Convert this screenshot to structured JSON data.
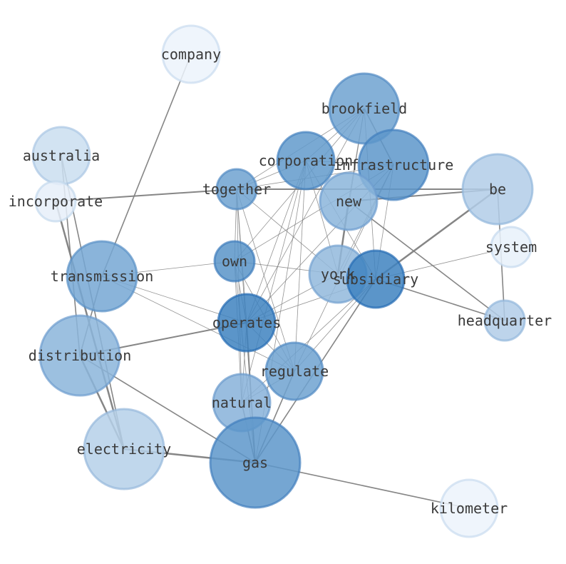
{
  "nodes": [
    {
      "id": "company",
      "label": "company",
      "weight": 0.02
    },
    {
      "id": "australia",
      "label": "australia",
      "weight": 0.18
    },
    {
      "id": "incorporate",
      "label": "incorporate",
      "weight": 0.05
    },
    {
      "id": "transmission",
      "label": "transmission",
      "weight": 0.58
    },
    {
      "id": "distribution",
      "label": "distribution",
      "weight": 0.48
    },
    {
      "id": "electricity",
      "label": "electricity",
      "weight": 0.28
    },
    {
      "id": "brookfield",
      "label": "brookfield",
      "weight": 0.62
    },
    {
      "id": "corporation",
      "label": "corporation",
      "weight": 0.68
    },
    {
      "id": "infrastructure",
      "label": "infrastructure",
      "weight": 0.7
    },
    {
      "id": "together",
      "label": "together",
      "weight": 0.62
    },
    {
      "id": "new",
      "label": "new",
      "weight": 0.48
    },
    {
      "id": "be",
      "label": "be",
      "weight": 0.3
    },
    {
      "id": "system",
      "label": "system",
      "weight": 0.04
    },
    {
      "id": "own",
      "label": "own",
      "weight": 0.72
    },
    {
      "id": "york",
      "label": "york",
      "weight": 0.45
    },
    {
      "id": "subsidiary",
      "label": "subsidiary",
      "weight": 0.85
    },
    {
      "id": "headquarter",
      "label": "headquarter",
      "weight": 0.3
    },
    {
      "id": "operates",
      "label": "operates",
      "weight": 0.85
    },
    {
      "id": "regulate",
      "label": "regulate",
      "weight": 0.62
    },
    {
      "id": "natural",
      "label": "natural",
      "weight": 0.5
    },
    {
      "id": "gas",
      "label": "gas",
      "weight": 0.7
    },
    {
      "id": "kilometer",
      "label": "kilometer",
      "weight": 0.02
    }
  ],
  "edges": [
    {
      "source": "company",
      "target": "transmission",
      "weight": 1.6
    },
    {
      "source": "australia",
      "target": "distribution",
      "weight": 1.6
    },
    {
      "source": "australia",
      "target": "electricity",
      "weight": 1.6
    },
    {
      "source": "incorporate",
      "target": "together",
      "weight": 2
    },
    {
      "source": "together",
      "target": "be",
      "weight": 2
    },
    {
      "source": "incorporate",
      "target": "electricity",
      "weight": 2.5
    },
    {
      "source": "transmission",
      "target": "own",
      "weight": 0.8
    },
    {
      "source": "transmission",
      "target": "operates",
      "weight": 0.8
    },
    {
      "source": "transmission",
      "target": "regulate",
      "weight": 0.8
    },
    {
      "source": "transmission",
      "target": "distribution",
      "weight": 1.6
    },
    {
      "source": "distribution",
      "target": "operates",
      "weight": 2
    },
    {
      "source": "distribution",
      "target": "electricity",
      "weight": 2.5
    },
    {
      "source": "distribution",
      "target": "gas",
      "weight": 1.6
    },
    {
      "source": "electricity",
      "target": "gas",
      "weight": 2.5
    },
    {
      "source": "gas",
      "target": "kilometer",
      "weight": 1.6
    },
    {
      "source": "brookfield",
      "target": "corporation",
      "weight": 0.8
    },
    {
      "source": "brookfield",
      "target": "infrastructure",
      "weight": 1.6
    },
    {
      "source": "brookfield",
      "target": "together",
      "weight": 0.8
    },
    {
      "source": "brookfield",
      "target": "new",
      "weight": 0.8
    },
    {
      "source": "brookfield",
      "target": "york",
      "weight": 0.8
    },
    {
      "source": "brookfield",
      "target": "subsidiary",
      "weight": 0.8
    },
    {
      "source": "brookfield",
      "target": "own",
      "weight": 0.8
    },
    {
      "source": "brookfield",
      "target": "operates",
      "weight": 0.8
    },
    {
      "source": "corporation",
      "target": "infrastructure",
      "weight": 0.8
    },
    {
      "source": "corporation",
      "target": "together",
      "weight": 0.8
    },
    {
      "source": "corporation",
      "target": "york",
      "weight": 0.8
    },
    {
      "source": "corporation",
      "target": "subsidiary",
      "weight": 0.8
    },
    {
      "source": "corporation",
      "target": "regulate",
      "weight": 0.8
    },
    {
      "source": "corporation",
      "target": "natural",
      "weight": 0.8
    },
    {
      "source": "corporation",
      "target": "gas",
      "weight": 0.8
    },
    {
      "source": "corporation",
      "target": "operates",
      "weight": 0.8
    },
    {
      "source": "infrastructure",
      "target": "together",
      "weight": 0.8
    },
    {
      "source": "infrastructure",
      "target": "york",
      "weight": 0.8
    },
    {
      "source": "infrastructure",
      "target": "subsidiary",
      "weight": 0.8
    },
    {
      "source": "infrastructure",
      "target": "own",
      "weight": 0.8
    },
    {
      "source": "infrastructure",
      "target": "operates",
      "weight": 0.8
    },
    {
      "source": "infrastructure",
      "target": "regulate",
      "weight": 0.8
    },
    {
      "source": "new",
      "target": "york",
      "weight": 2.5
    },
    {
      "source": "new",
      "target": "be",
      "weight": 2
    },
    {
      "source": "new",
      "target": "headquarter",
      "weight": 1.6
    },
    {
      "source": "be",
      "target": "subsidiary",
      "weight": 2.5
    },
    {
      "source": "be",
      "target": "headquarter",
      "weight": 1.6
    },
    {
      "source": "subsidiary",
      "target": "headquarter",
      "weight": 1.6
    },
    {
      "source": "subsidiary",
      "target": "system",
      "weight": 0.8
    },
    {
      "source": "subsidiary",
      "target": "operates",
      "weight": 0.8
    },
    {
      "source": "subsidiary",
      "target": "regulate",
      "weight": 0.8
    },
    {
      "source": "subsidiary",
      "target": "natural",
      "weight": 0.8
    },
    {
      "source": "subsidiary",
      "target": "gas",
      "weight": 1.6
    },
    {
      "source": "york",
      "target": "operates",
      "weight": 0.8
    },
    {
      "source": "york",
      "target": "own",
      "weight": 0.8
    },
    {
      "source": "york",
      "target": "together",
      "weight": 0.8
    },
    {
      "source": "together",
      "target": "own",
      "weight": 0.8
    },
    {
      "source": "together",
      "target": "operates",
      "weight": 0.8
    },
    {
      "source": "together",
      "target": "regulate",
      "weight": 0.8
    },
    {
      "source": "together",
      "target": "natural",
      "weight": 0.8
    },
    {
      "source": "together",
      "target": "gas",
      "weight": 0.8
    },
    {
      "source": "own",
      "target": "operates",
      "weight": 0.8
    },
    {
      "source": "own",
      "target": "regulate",
      "weight": 0.8
    },
    {
      "source": "own",
      "target": "natural",
      "weight": 0.8
    },
    {
      "source": "own",
      "target": "gas",
      "weight": 0.8
    },
    {
      "source": "operates",
      "target": "regulate",
      "weight": 0.8
    },
    {
      "source": "operates",
      "target": "natural",
      "weight": 0.8
    },
    {
      "source": "operates",
      "target": "gas",
      "weight": 1.6
    },
    {
      "source": "regulate",
      "target": "natural",
      "weight": 0.8
    },
    {
      "source": "regulate",
      "target": "gas",
      "weight": 1.6
    },
    {
      "source": "natural",
      "target": "gas",
      "weight": 1.6
    }
  ]
}
